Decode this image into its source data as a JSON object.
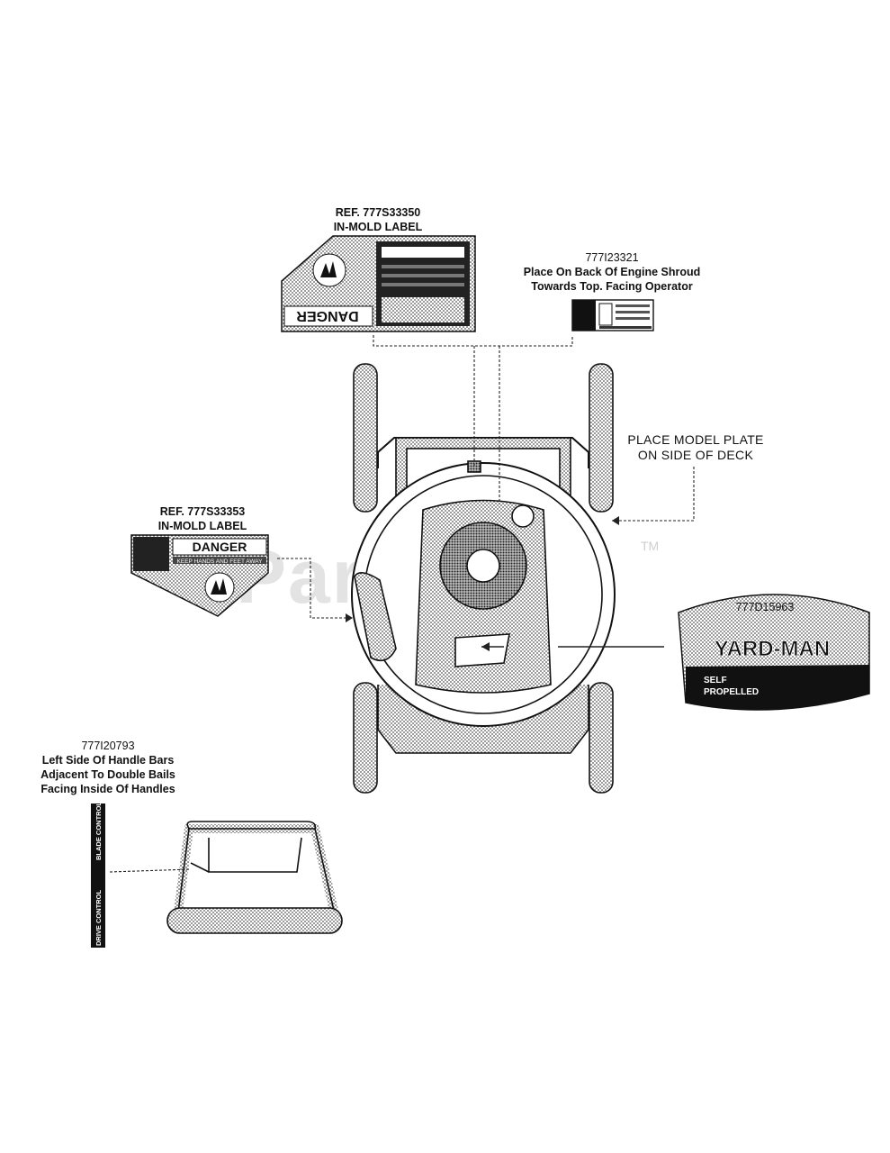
{
  "callouts": {
    "label_a": {
      "ref": "REF. 777S33350",
      "type": "IN-MOLD LABEL"
    },
    "label_b": {
      "part": "777I23321",
      "line1": "Place On Back Of Engine Shroud",
      "line2": "Towards Top. Facing Operator"
    },
    "model_plate": {
      "line1": "PLACE MODEL PLATE",
      "line2": "ON SIDE OF DECK"
    },
    "label_c": {
      "ref": "REF. 777S33353",
      "type": "IN-MOLD LABEL"
    },
    "label_d": {
      "part": "777D15963"
    },
    "label_e": {
      "part": "777I20793",
      "line1": "Left Side Of Handle Bars",
      "line2": "Adjacent To Double Bails",
      "line3": "Facing Inside Of Handles"
    }
  },
  "decals": {
    "danger_left_word": "DANGER",
    "danger_left_sub": "KEEP HANDS AND FEET AWAY",
    "danger_top_word": "DANGER",
    "brand": "YARD-MAN",
    "self_propelled_1": "SELF",
    "self_propelled_2": "PROPELLED",
    "handle_left": "DRIVE CONTROL",
    "handle_right": "BLADE CONTROL"
  },
  "watermark": {
    "text": "PartsTree",
    "tm": "TM"
  }
}
